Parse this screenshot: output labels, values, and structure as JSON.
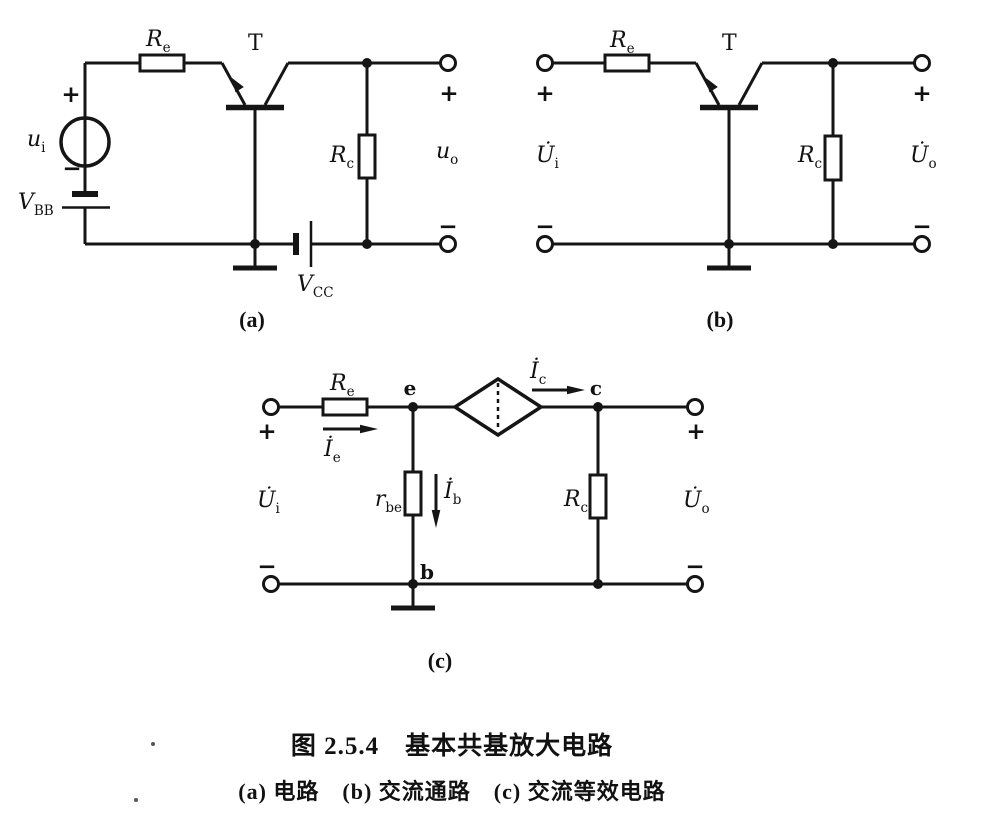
{
  "caption": {
    "line1": "图 2.5.4　基本共基放大电路",
    "line2": "(a) 电路　(b) 交流通路　(c) 交流等效电路"
  },
  "marks": {
    "plus": "+",
    "minus": "−"
  },
  "circuit_a": {
    "tag": "(a)",
    "transistor": "T",
    "r_e": {
      "main": "R",
      "sub": "e"
    },
    "r_c": {
      "main": "R",
      "sub": "c"
    },
    "source": {
      "main": "u",
      "sub": "i"
    },
    "output": {
      "main": "u",
      "sub": "o"
    },
    "v_bb": {
      "main": "V",
      "sub": "BB"
    },
    "v_cc": {
      "main": "V",
      "sub": "CC"
    }
  },
  "circuit_b": {
    "tag": "(b)",
    "transistor": "T",
    "r_e": {
      "main": "R",
      "sub": "e"
    },
    "r_c": {
      "main": "R",
      "sub": "c"
    },
    "u_i": {
      "main": "U̇",
      "sub": "i"
    },
    "u_o": {
      "main": "U̇",
      "sub": "o"
    }
  },
  "circuit_c": {
    "tag": "(c)",
    "r_e": {
      "main": "R",
      "sub": "e"
    },
    "r_c": {
      "main": "R",
      "sub": "c"
    },
    "r_be": {
      "main": "r",
      "sub": "be"
    },
    "u_i": {
      "main": "U̇",
      "sub": "i"
    },
    "u_o": {
      "main": "U̇",
      "sub": "o"
    },
    "i_e": {
      "main": "İ",
      "sub": "e"
    },
    "i_b": {
      "main": "İ",
      "sub": "b"
    },
    "i_c": {
      "main": "İ",
      "sub": "c"
    },
    "nodes": {
      "e": "e",
      "b": "b",
      "c": "c"
    }
  }
}
